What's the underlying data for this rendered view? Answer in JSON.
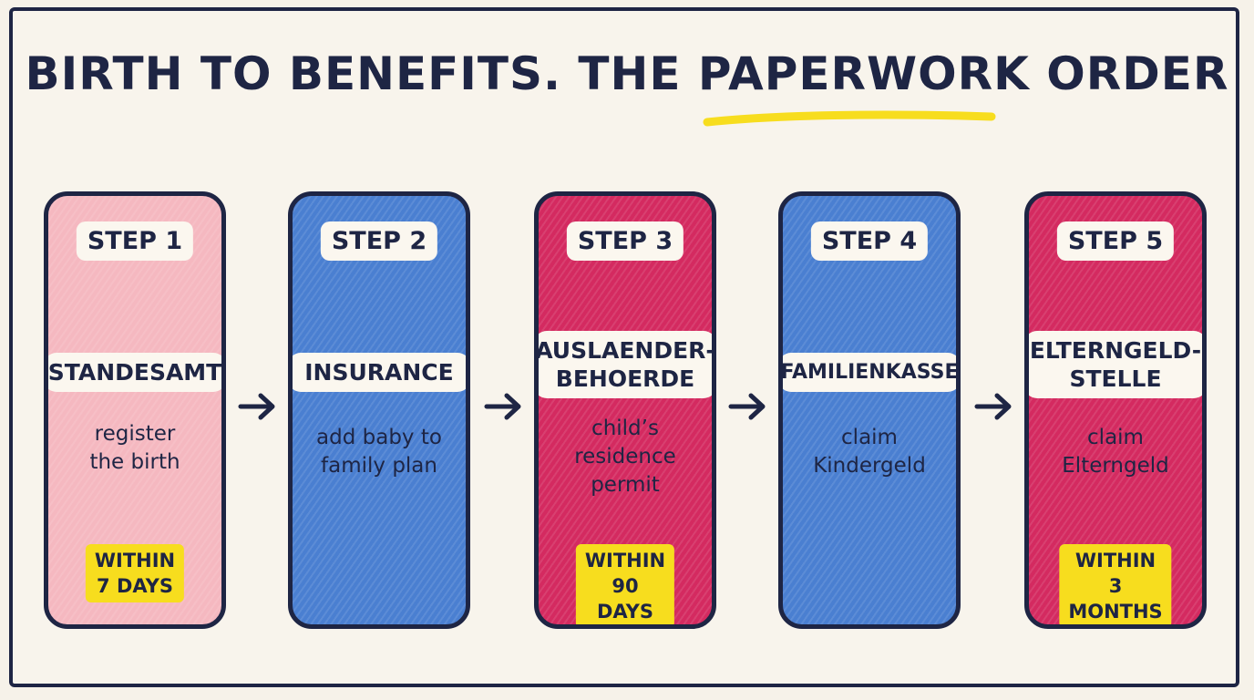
{
  "title": "BIRTH TO BENEFITS. THE PAPERWORK ORDER",
  "colors": {
    "ink": "#1e2544",
    "pink": "#f5b8c0",
    "blue": "#4a7fd1",
    "crimson": "#d42a60",
    "highlight": "#f7dd1e"
  },
  "steps": [
    {
      "label": "STEP 1",
      "office": "STANDESAMT",
      "description": "register\nthe birth",
      "deadline": "WITHIN\n7 DAYS"
    },
    {
      "label": "STEP 2",
      "office": "INSURANCE",
      "description": "add baby to\nfamily plan",
      "deadline": ""
    },
    {
      "label": "STEP 3",
      "office": "AUSLAENDER-\nBEHOERDE",
      "description": "child’s\nresidence\npermit",
      "deadline": "WITHIN\n90 DAYS"
    },
    {
      "label": "STEP 4",
      "office": "FAMILIENKASSE",
      "description": "claim\nKindergeld",
      "deadline": ""
    },
    {
      "label": "STEP 5",
      "office": "ELTERNGELD-\nSTELLE",
      "description": "claim\nElterngeld",
      "deadline": "WITHIN\n3 MONTHS"
    }
  ]
}
